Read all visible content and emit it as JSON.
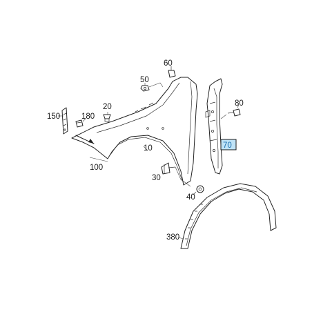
{
  "diagram": {
    "callouts": {
      "c10": "10",
      "c20": "20",
      "c30": "30",
      "c40": "40",
      "c50": "50",
      "c60": "60",
      "c70": "70",
      "c80": "80",
      "c100": "100",
      "c150": "150",
      "c180": "180",
      "c380": "380"
    },
    "highlighted_callout": "70",
    "highlight_color": "#bfe3f7"
  }
}
